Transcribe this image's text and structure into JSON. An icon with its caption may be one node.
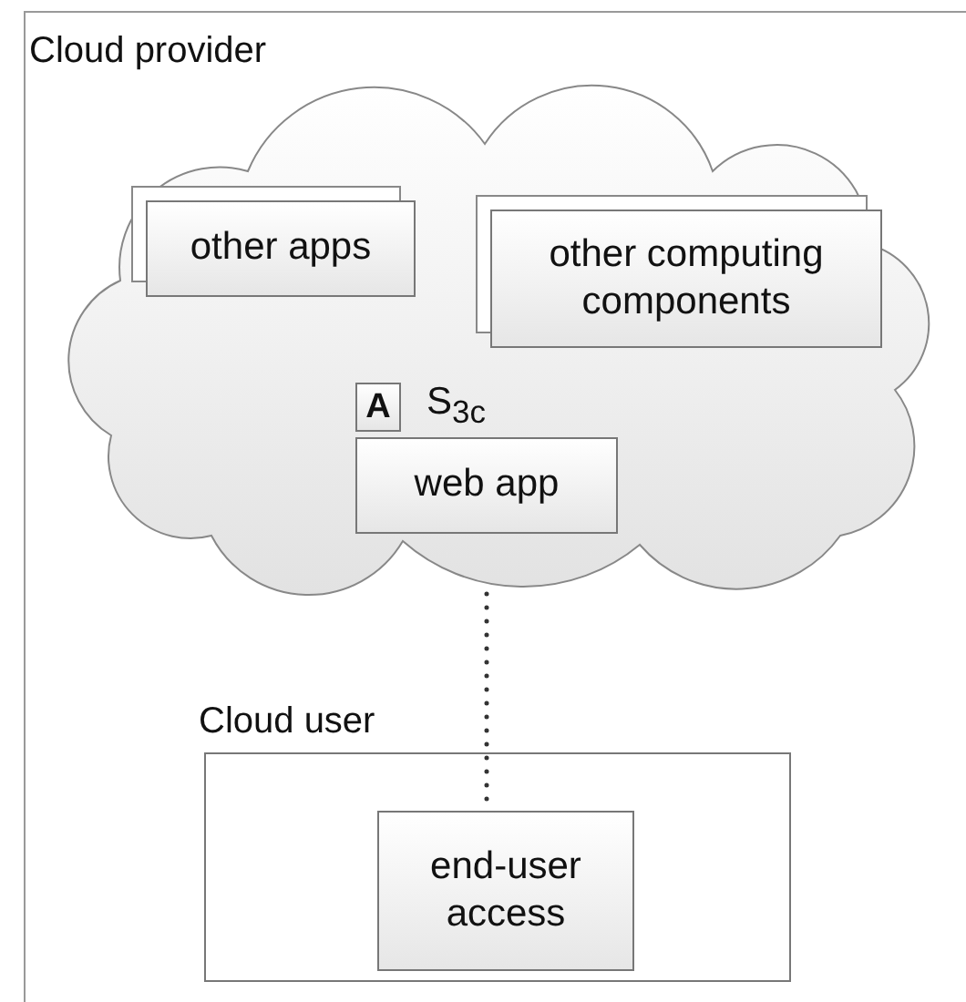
{
  "diagram": {
    "nodes": [
      {
        "text": [
          "Cloud provider"
        ]
      },
      {
        "text": [],
        "shape": "cloud",
        "in": 0
      },
      {
        "text": [
          "other apps"
        ],
        "in": 1
      },
      {
        "text": [
          "other computing components"
        ],
        "in": 1
      },
      {
        "text": [
          "A"
        ],
        "in": 1,
        "beside": [
          "S$_{3c}$"
        ]
      },
      {
        "text": [
          "web app"
        ],
        "in": 1
      },
      {
        "text": [
          "Cloud user"
        ],
        "in": 0
      },
      {
        "text": [
          "end-user access"
        ],
        "in": 6
      }
    ],
    "edges": [
      {
        "from": 5,
        "to": 7,
        "arrow": "none",
        "style": "dashed"
      }
    ]
  }
}
